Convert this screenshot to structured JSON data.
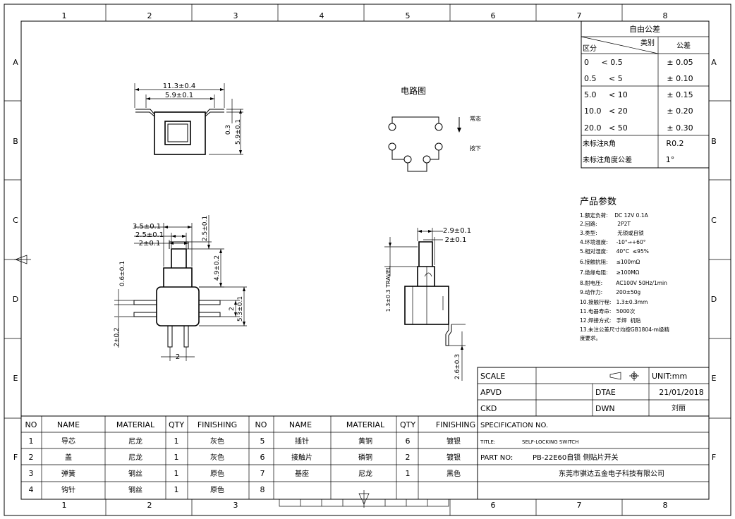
{
  "border": {
    "columns": [
      "1",
      "2",
      "3",
      "4",
      "5",
      "6",
      "7",
      "8"
    ],
    "rows": [
      "A",
      "B",
      "C",
      "D",
      "E",
      "F"
    ]
  },
  "tolerance_table": {
    "title": "自由公差",
    "header_category": "类别",
    "header_range": "区分",
    "header_tolerance": "公差",
    "rows": [
      {
        "range": "0     < 0.5",
        "tol": "± 0.05"
      },
      {
        "range": "0.5     < 5",
        "tol": "± 0.10"
      },
      {
        "range": "5.0     < 10",
        "tol": "± 0.15"
      },
      {
        "range": "10.0   < 20",
        "tol": "± 0.20"
      },
      {
        "range": "20.0   < 50",
        "tol": "± 0.30"
      },
      {
        "range": "未标注R角",
        "tol": "R0.2"
      },
      {
        "range": "未标注角度公差",
        "tol": "1°"
      }
    ]
  },
  "circuit": {
    "title": "电路图",
    "label_normal": "常态",
    "label_pressed": "按下"
  },
  "top_view": {
    "dim_overall": "11.3±0.4",
    "dim_inner": "5.9±0.1",
    "dim_thickness": "0.3",
    "dim_height": "5.9±0.1"
  },
  "front_view": {
    "dim_a": "3.5±0.1",
    "dim_b": "2.5±0.1",
    "dim_c": "2±0.1",
    "dim_d": "2.5±0.1",
    "dim_e": "4.9±0.2",
    "dim_f": "0.6±0.1",
    "dim_g": "2",
    "dim_h": "5.3±0.1",
    "dim_i": "2±0.2",
    "dim_j": "2"
  },
  "side_view": {
    "dim_a": "2.9±0.1",
    "dim_b": "2±0.1",
    "travel": "1.3±0.3 TRAVEL",
    "dim_c": "2.6±0.3"
  },
  "params": {
    "title": "产品参数",
    "lines": [
      "1.额定负荷:    DC 12V 0.1A",
      "2.回路:            2P2T",
      "3.类型:            无锁或自锁",
      "4.环境温度:     -10°⇒+60°",
      "5.相对湿度:     40°C  ≤95%",
      "6.接触抗阻:     ≤100mΩ",
      "7.绝缘电阻:     ≥100MΩ",
      "8.耐电压:        AC100V 50Hz/1min",
      "9.动作力:        200±50g",
      "10.接触行程:   1.3±0.3mm",
      "11.电器寿命:   5000次",
      "12.焊接方式:   手焊  机贴",
      "13.未注公差尺寸均按GB1804-m级精",
      "度要求。"
    ]
  },
  "title_block": {
    "scale_label": "SCALE",
    "unit": "UNIT:mm",
    "apvd_label": "APVD",
    "dtae_label": "DTAE",
    "date": "21/01/2018",
    "ckd_label": "CKD",
    "dwn_label": "DWN",
    "drawer": "刘丽",
    "spec_label": "SPECIFICATION  NO.",
    "title_label": "TITLE:",
    "title_value": "SELF-LOCKING SWITCH",
    "part_label": "PART  NO:",
    "part_value": "PB-22E60自锁 侧贴片开关",
    "company": "东莞市骐达五金电子科技有限公司"
  },
  "bom": {
    "headers": [
      "NO",
      "NAME",
      "MATERIAL",
      "QTY",
      "FINISHING",
      "NO",
      "NAME",
      "MATERIAL",
      "QTY",
      "FINISHING"
    ],
    "rows": [
      [
        "1",
        "导芯",
        "尼龙",
        "1",
        "灰色",
        "5",
        "插针",
        "黄铜",
        "6",
        "镀银"
      ],
      [
        "2",
        "盖",
        "尼龙",
        "1",
        "灰色",
        "6",
        "接触片",
        "磷铜",
        "2",
        "镀银"
      ],
      [
        "3",
        "弹簧",
        "钢丝",
        "1",
        "原色",
        "7",
        "基座",
        "尼龙",
        "1",
        "黑色"
      ],
      [
        "4",
        "钩针",
        "钢丝",
        "1",
        "原色",
        "8",
        "",
        "",
        "",
        ""
      ]
    ]
  }
}
